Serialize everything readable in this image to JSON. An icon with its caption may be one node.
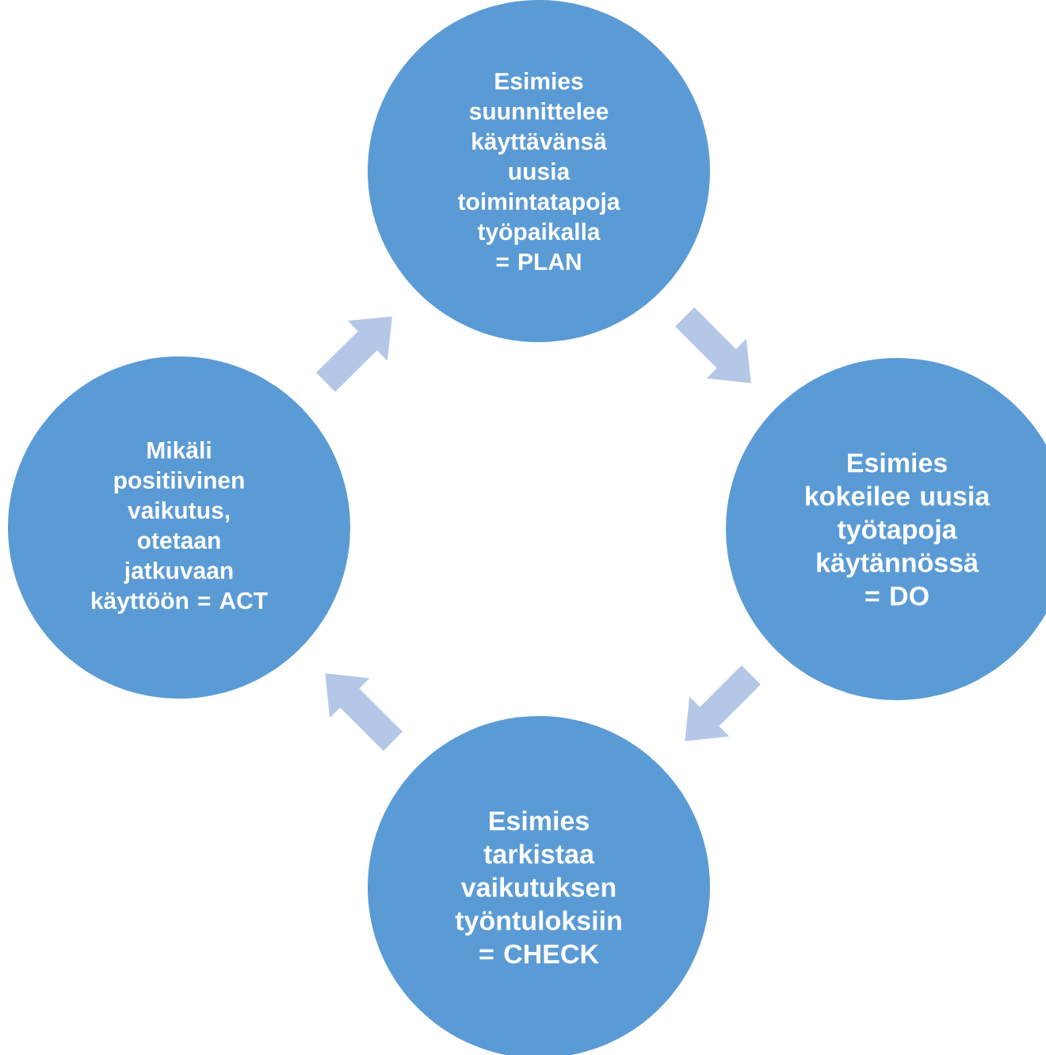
{
  "diagram": {
    "nodes": [
      {
        "text": [
          "Esimies suunnittelee käyttävänsä uusia toimintatapoja työpaikalla = PLAN"
        ]
      },
      {
        "text": [
          "Esimies kokeilee uusia työtapoja käytännössä = DO"
        ]
      },
      {
        "text": [
          "Esimies tarkistaa vaikutuksen työntuloksiin = CHECK"
        ]
      },
      {
        "text": [
          "Mikäli positiivinen vaikutus, otetaan jatkuvaan käyttöön = ACT"
        ]
      }
    ],
    "edges": [
      {
        "from": 0,
        "to": 1,
        "arrow": "to"
      },
      {
        "from": 1,
        "to": 2,
        "arrow": "to"
      },
      {
        "from": 2,
        "to": 3,
        "arrow": "to"
      },
      {
        "from": 3,
        "to": 0,
        "arrow": "to"
      }
    ]
  }
}
